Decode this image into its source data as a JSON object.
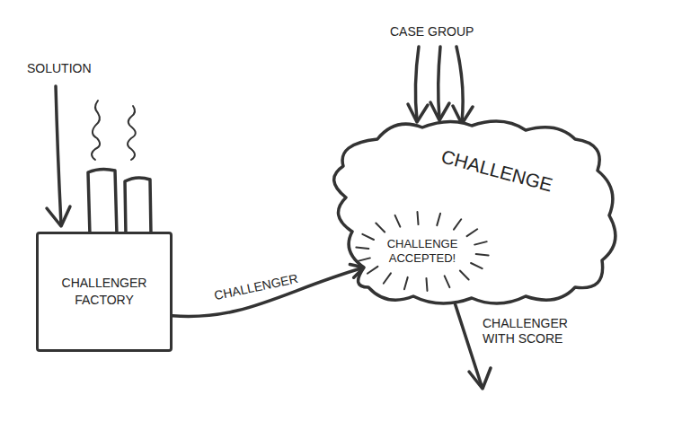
{
  "diagram": {
    "nodes": [
      {
        "text": [
          "CHALLENGER FACTORY"
        ]
      },
      {
        "text": [
          "CHALLENGE",
          "CHALLENGE ACCEPTED!"
        ]
      }
    ],
    "edges": [
      {
        "from": 0,
        "to": 1,
        "label": "CHALLENGER",
        "arrow": "to"
      }
    ],
    "labels": [
      "SOLUTION",
      "CASE GROUP",
      "CHALLENGER WITH SCORE"
    ]
  }
}
